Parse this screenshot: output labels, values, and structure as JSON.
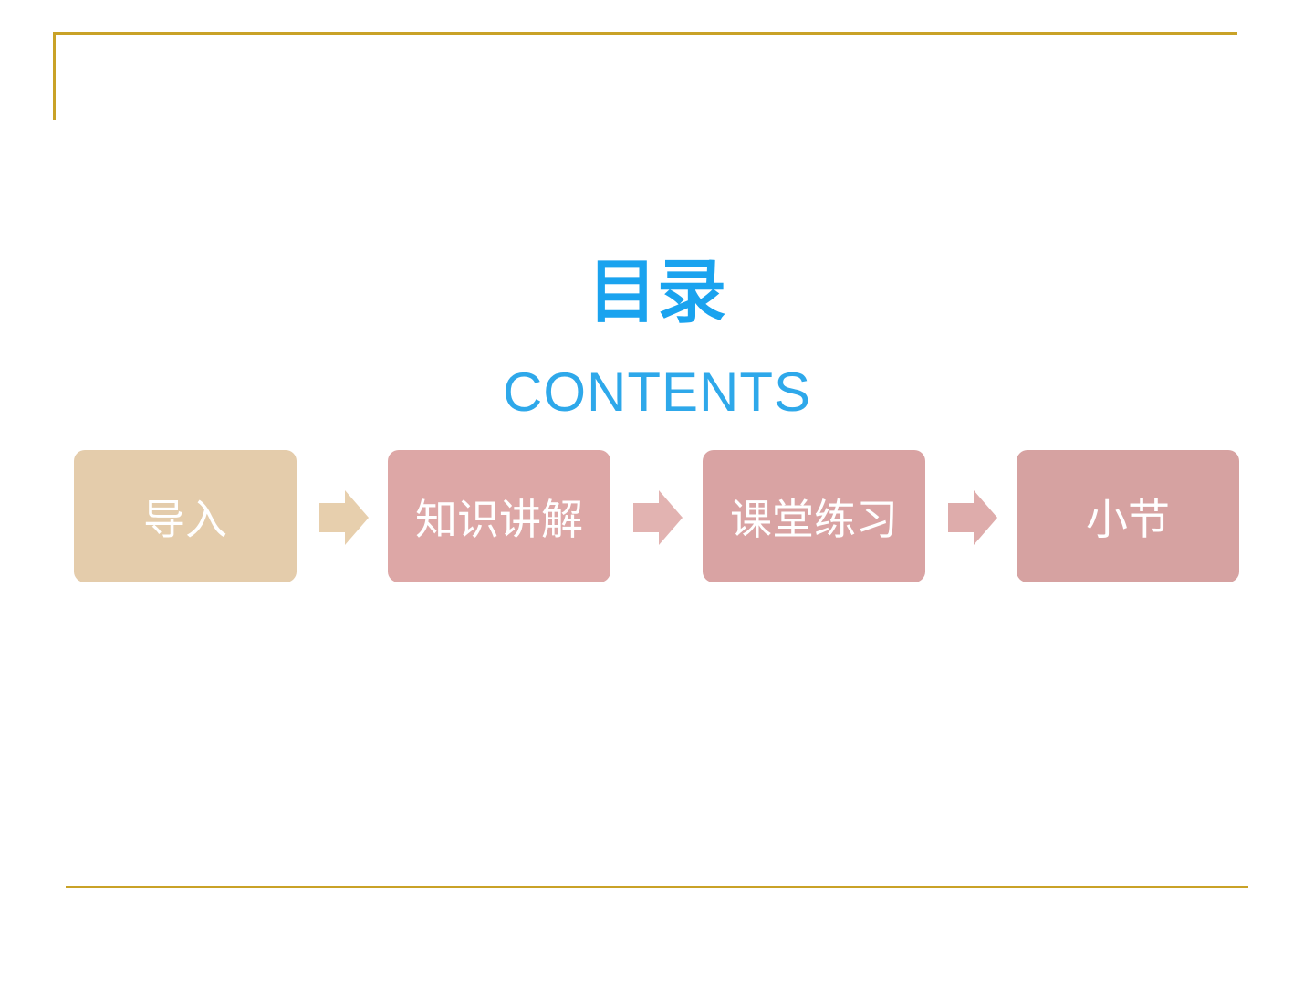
{
  "slide": {
    "title": "目录",
    "subtitle": "CONTENTS"
  },
  "steps": [
    {
      "label": "导入",
      "color": "#e4ccab"
    },
    {
      "label": "知识讲解",
      "color": "#dda7a6"
    },
    {
      "label": "课堂练习",
      "color": "#d9a3a3"
    },
    {
      "label": "小节",
      "color": "#d6a2a1"
    }
  ],
  "arrows": [
    {
      "icon": "arrow-right-icon",
      "color": "#e7cfad"
    },
    {
      "icon": "arrow-right-icon",
      "color": "#e2b3b1"
    },
    {
      "icon": "arrow-right-icon",
      "color": "#deacab"
    }
  ],
  "colors": {
    "frame": "#c9a227",
    "title": "#1aa3ef",
    "subtitle": "#2ea8ea"
  }
}
